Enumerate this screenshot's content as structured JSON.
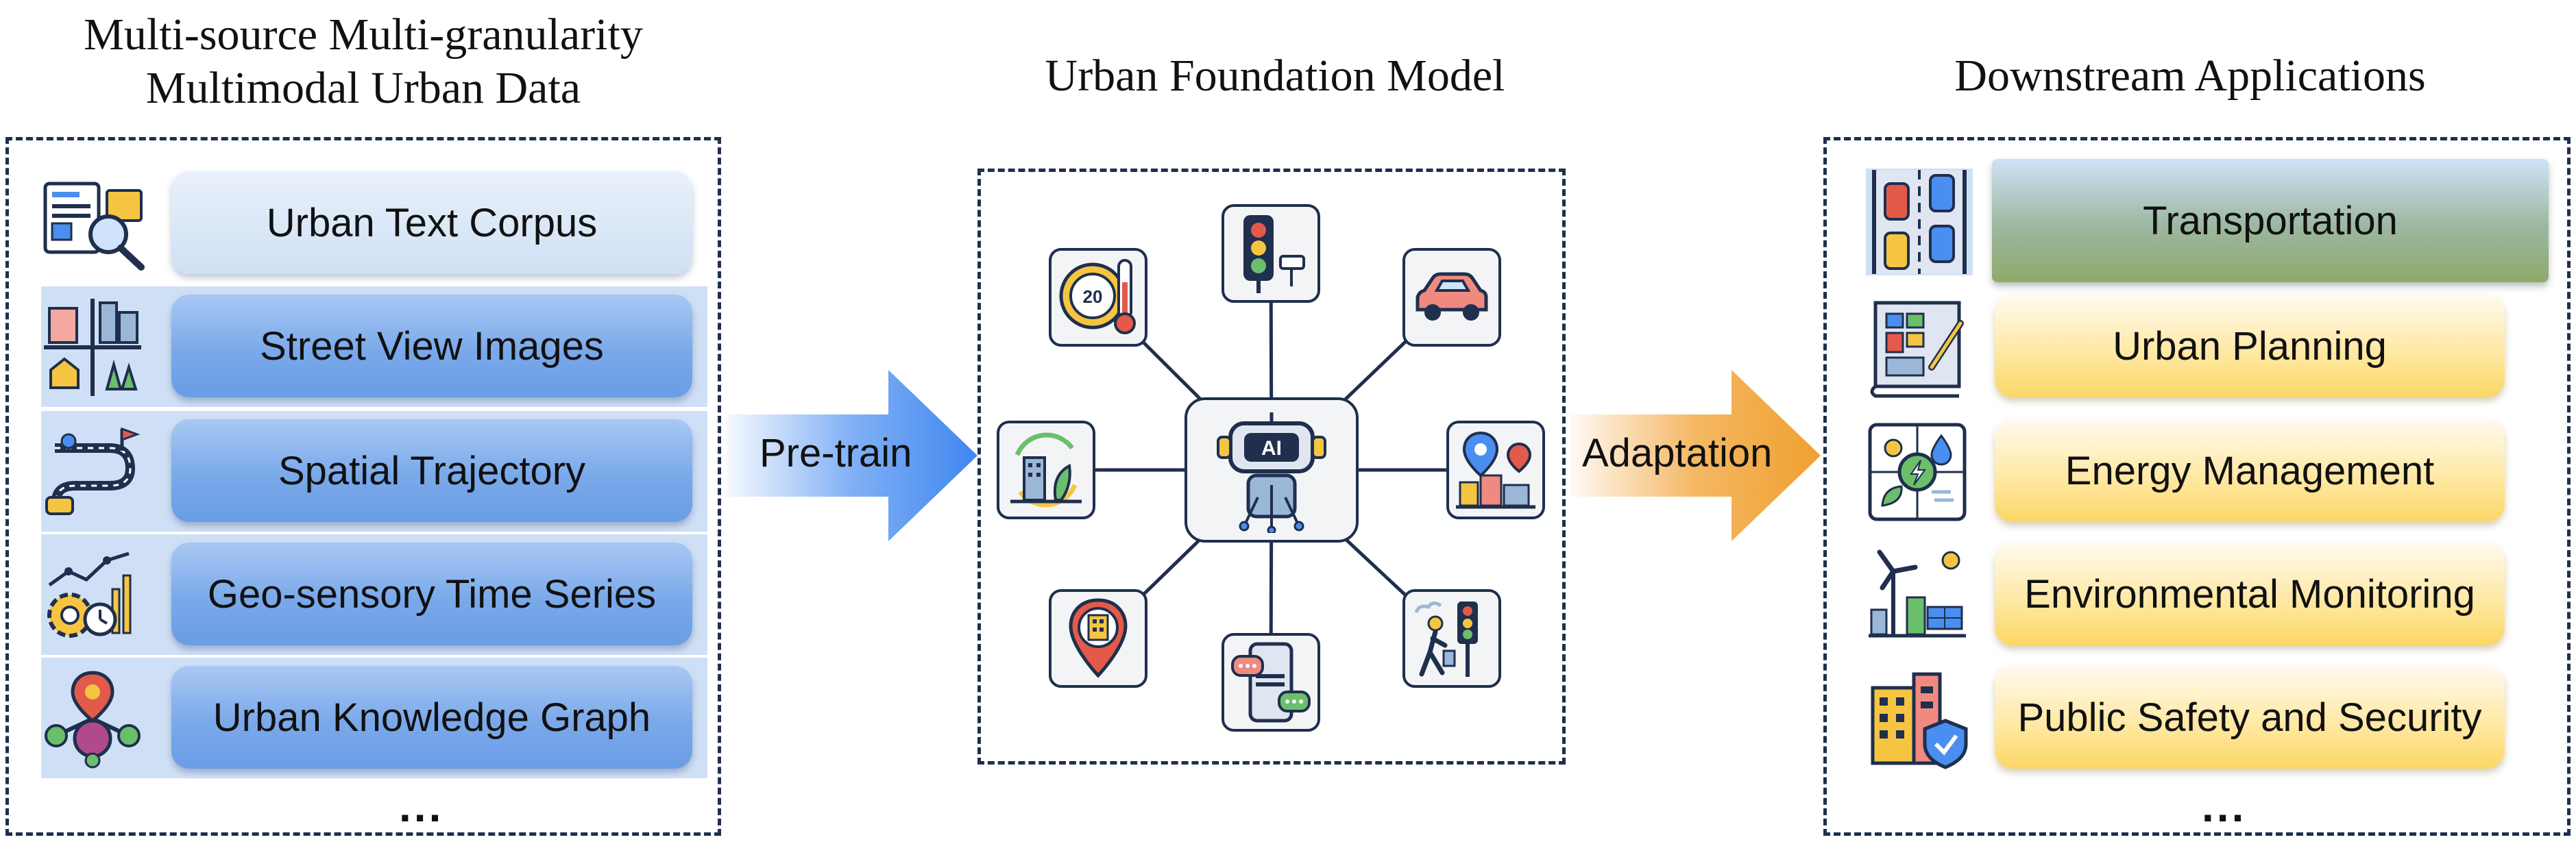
{
  "left": {
    "title_line1": "Multi-source Multi-granularity",
    "title_line2": "Multimodal Urban Data",
    "items": [
      {
        "label": "Urban Text Corpus",
        "icon": "document-search-icon"
      },
      {
        "label": "Street View Images",
        "icon": "city-grid-icon"
      },
      {
        "label": "Spatial Trajectory",
        "icon": "route-icon"
      },
      {
        "label": "Geo-sensory Time Series",
        "icon": "chart-gear-icon"
      },
      {
        "label": "Urban Knowledge Graph",
        "icon": "knowledge-graph-icon"
      }
    ],
    "more": "..."
  },
  "center": {
    "title": "Urban Foundation Model",
    "hub_icon": "ai-robot-icon",
    "hub_text": "AI",
    "hub_dial_text": "20",
    "nodes": [
      "traffic-light-icon",
      "car-icon",
      "location-city-icon",
      "pedestrian-traffic-icon",
      "chat-phone-icon",
      "location-building-icon",
      "green-building-icon",
      "thermometer-dial-icon"
    ]
  },
  "arrows": {
    "pretrain": "Pre-train",
    "adaptation": "Adaptation"
  },
  "right": {
    "title": "Downstream Applications",
    "items": [
      {
        "label": "Transportation",
        "icon": "road-cars-icon"
      },
      {
        "label": "Urban Planning",
        "icon": "blueprint-icon"
      },
      {
        "label": "Energy Management",
        "icon": "energy-icon"
      },
      {
        "label": "Environmental Monitoring",
        "icon": "wind-solar-icon"
      },
      {
        "label": "Public Safety and Security",
        "icon": "building-shield-icon"
      }
    ],
    "more": "..."
  },
  "colors": {
    "dash": "#1f2f4d",
    "arrow_blue": "#4a8ef0",
    "arrow_orange": "#f0a030",
    "pill_blue": "#7aa9ea",
    "pill_yellow": "#fbd766"
  }
}
